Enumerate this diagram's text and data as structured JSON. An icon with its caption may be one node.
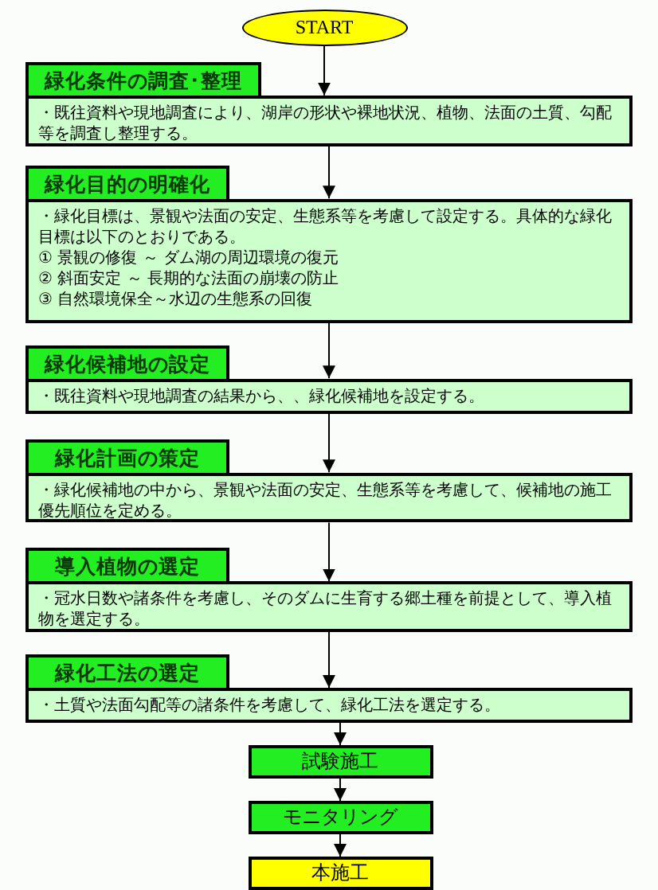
{
  "diagram": {
    "nodes": [
      {
        "text": [
          "START"
        ]
      },
      {
        "text": [
          "緑化条件の調査･整理"
        ]
      },
      {
        "text": [
          "・既往資料や現地調査により、湖岸の形状や裸地状況、植物、法面の土質、勾配等を調査し整理する。"
        ]
      },
      {
        "text": [
          "緑化目的の明確化"
        ]
      },
      {
        "text": [
          "・緑化目標は、景観や法面の安定、生態系等を考慮して設定する。具体的な緑化目標は以下のとおりである。",
          "① 景観の修復 ～ ダム湖の周辺環境の復元",
          "② 斜面安定 ～ 長期的な法面の崩壊の防止",
          "③ 自然環境保全～水辺の生態系の回復"
        ]
      },
      {
        "text": [
          "緑化候補地の設定"
        ]
      },
      {
        "text": [
          "・既往資料や現地調査の結果から、、緑化候補地を設定する。"
        ]
      },
      {
        "text": [
          "緑化計画の策定"
        ]
      },
      {
        "text": [
          "・緑化候補地の中から、景観や法面の安定、生態系等を考慮して、候補地の施工優先順位を定める。"
        ]
      },
      {
        "text": [
          "導入植物の選定"
        ]
      },
      {
        "text": [
          "・冠水日数や諸条件を考慮し、そのダムに生育する郷土種を前提として、導入植物を選定する。"
        ]
      },
      {
        "text": [
          "緑化工法の選定"
        ]
      },
      {
        "text": [
          "・土質や法面勾配等の諸条件を考慮して、緑化工法を選定する。"
        ]
      },
      {
        "text": [
          "試験施工"
        ]
      },
      {
        "text": [
          "モニタリング"
        ]
      },
      {
        "text": [
          "本施工"
        ]
      }
    ],
    "edges": [
      {
        "from": 0,
        "to": 2,
        "arrow": "to"
      },
      {
        "from": 2,
        "to": 4,
        "arrow": "to"
      },
      {
        "from": 4,
        "to": 6,
        "arrow": "to"
      },
      {
        "from": 6,
        "to": 8,
        "arrow": "to"
      },
      {
        "from": 8,
        "to": 10,
        "arrow": "to"
      },
      {
        "from": 10,
        "to": 12,
        "arrow": "to"
      },
      {
        "from": 12,
        "to": 13,
        "arrow": "to"
      },
      {
        "from": 13,
        "to": 14,
        "arrow": "to"
      },
      {
        "from": 14,
        "to": 15,
        "arrow": "to"
      }
    ]
  }
}
